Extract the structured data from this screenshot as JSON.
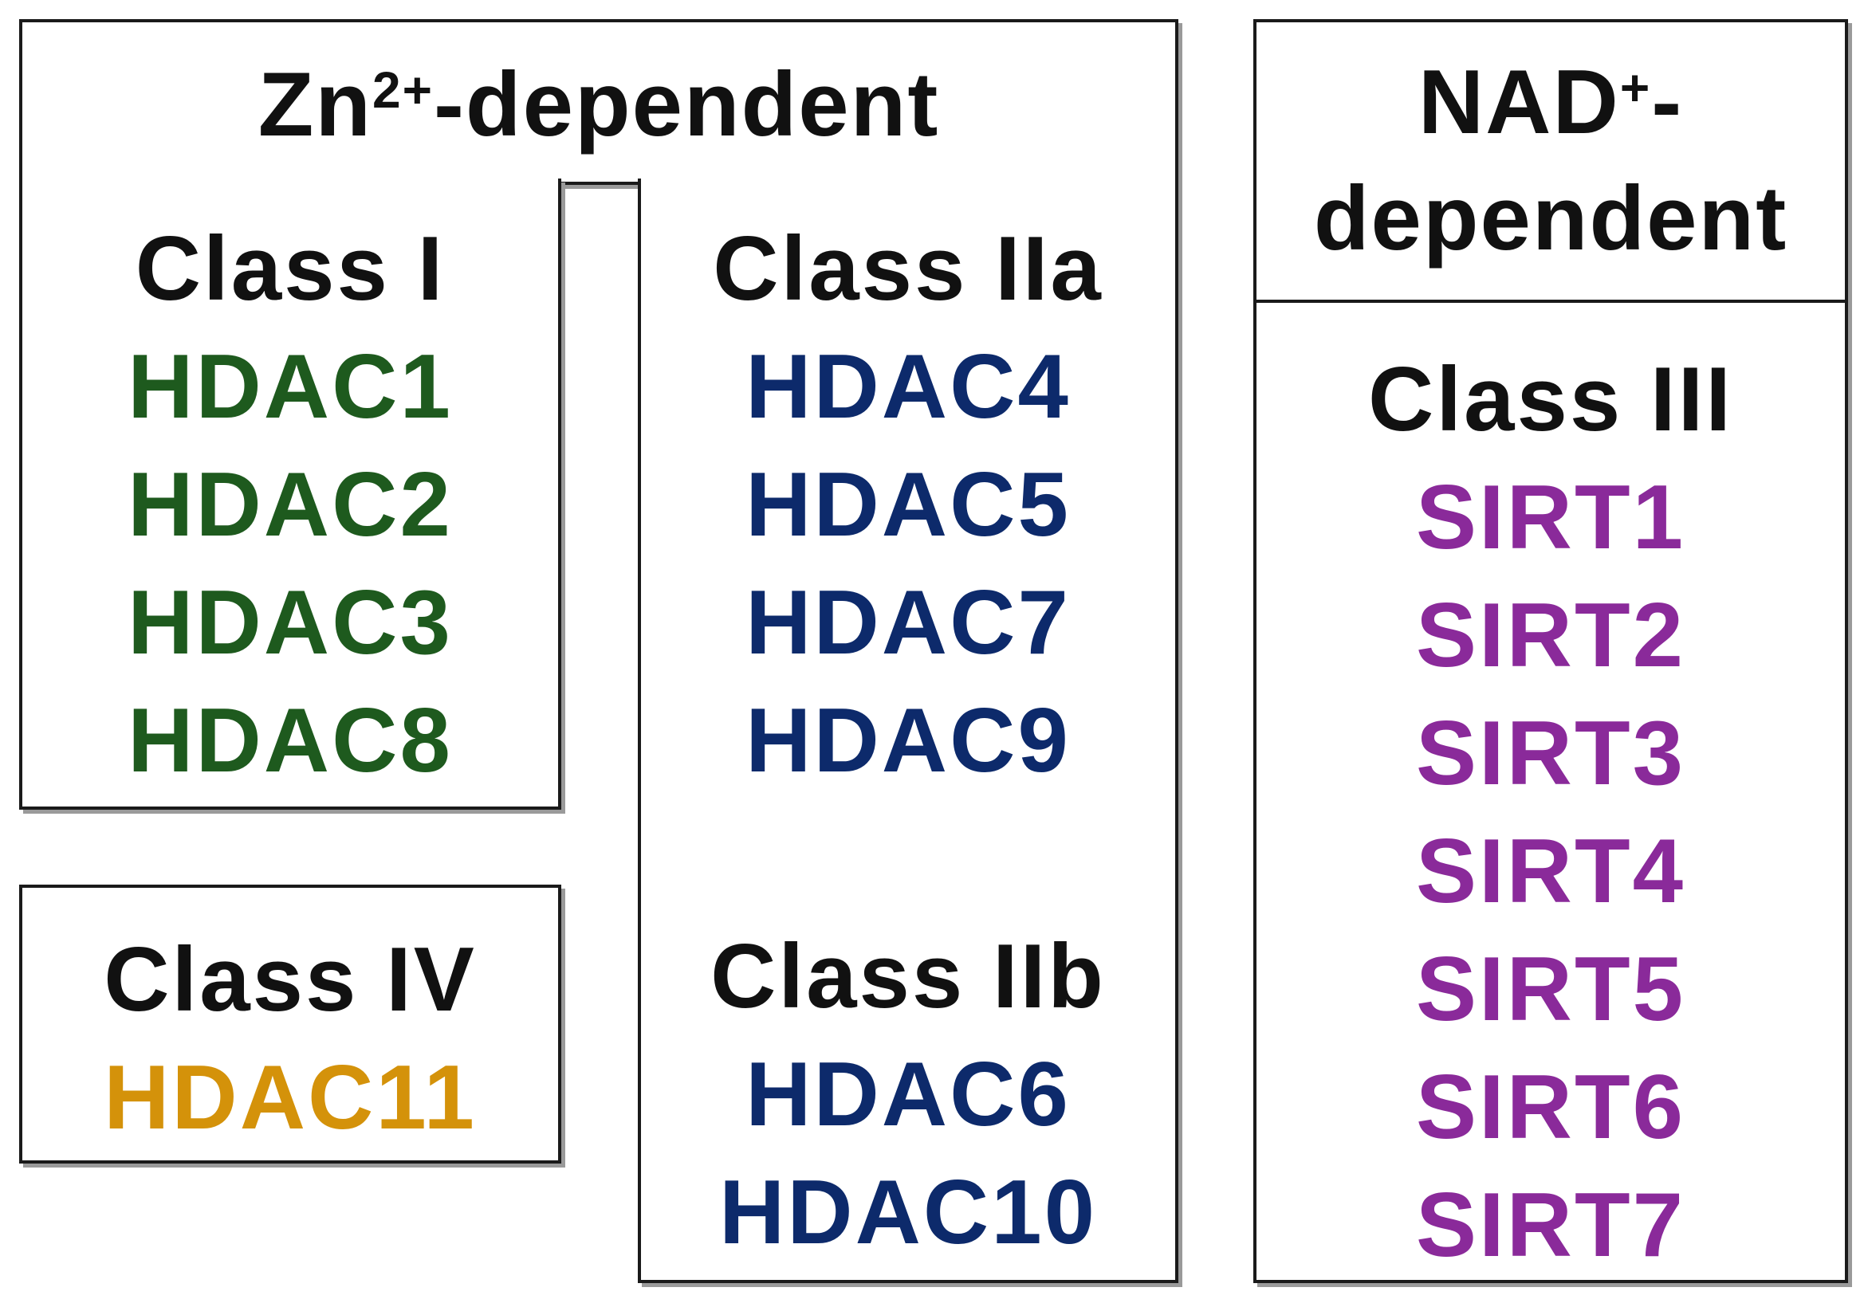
{
  "zn_group": {
    "header_base": "Zn",
    "header_sup": "2+",
    "header_rest": "-dependent",
    "class_i": {
      "title": "Class I",
      "color": "#1e5a1e",
      "members": [
        "HDAC1",
        "HDAC2",
        "HDAC3",
        "HDAC8"
      ]
    },
    "class_iv": {
      "title": "Class IV",
      "color": "#d4920a",
      "members": [
        "HDAC11"
      ]
    },
    "class_iia": {
      "title": "Class IIa",
      "color": "#0d2a6b",
      "members": [
        "HDAC4",
        "HDAC5",
        "HDAC7",
        "HDAC9"
      ]
    },
    "class_iib": {
      "title": "Class IIb",
      "color": "#0d2a6b",
      "members": [
        "HDAC6",
        "HDAC10"
      ]
    }
  },
  "nad_group": {
    "header_base": "NAD",
    "header_sup": "+",
    "header_rest_line1": "-",
    "header_line2": "dependent",
    "class_iii": {
      "title": "Class III",
      "color": "#8a2a9a",
      "members": [
        "SIRT1",
        "SIRT2",
        "SIRT3",
        "SIRT4",
        "SIRT5",
        "SIRT6",
        "SIRT7"
      ]
    }
  }
}
